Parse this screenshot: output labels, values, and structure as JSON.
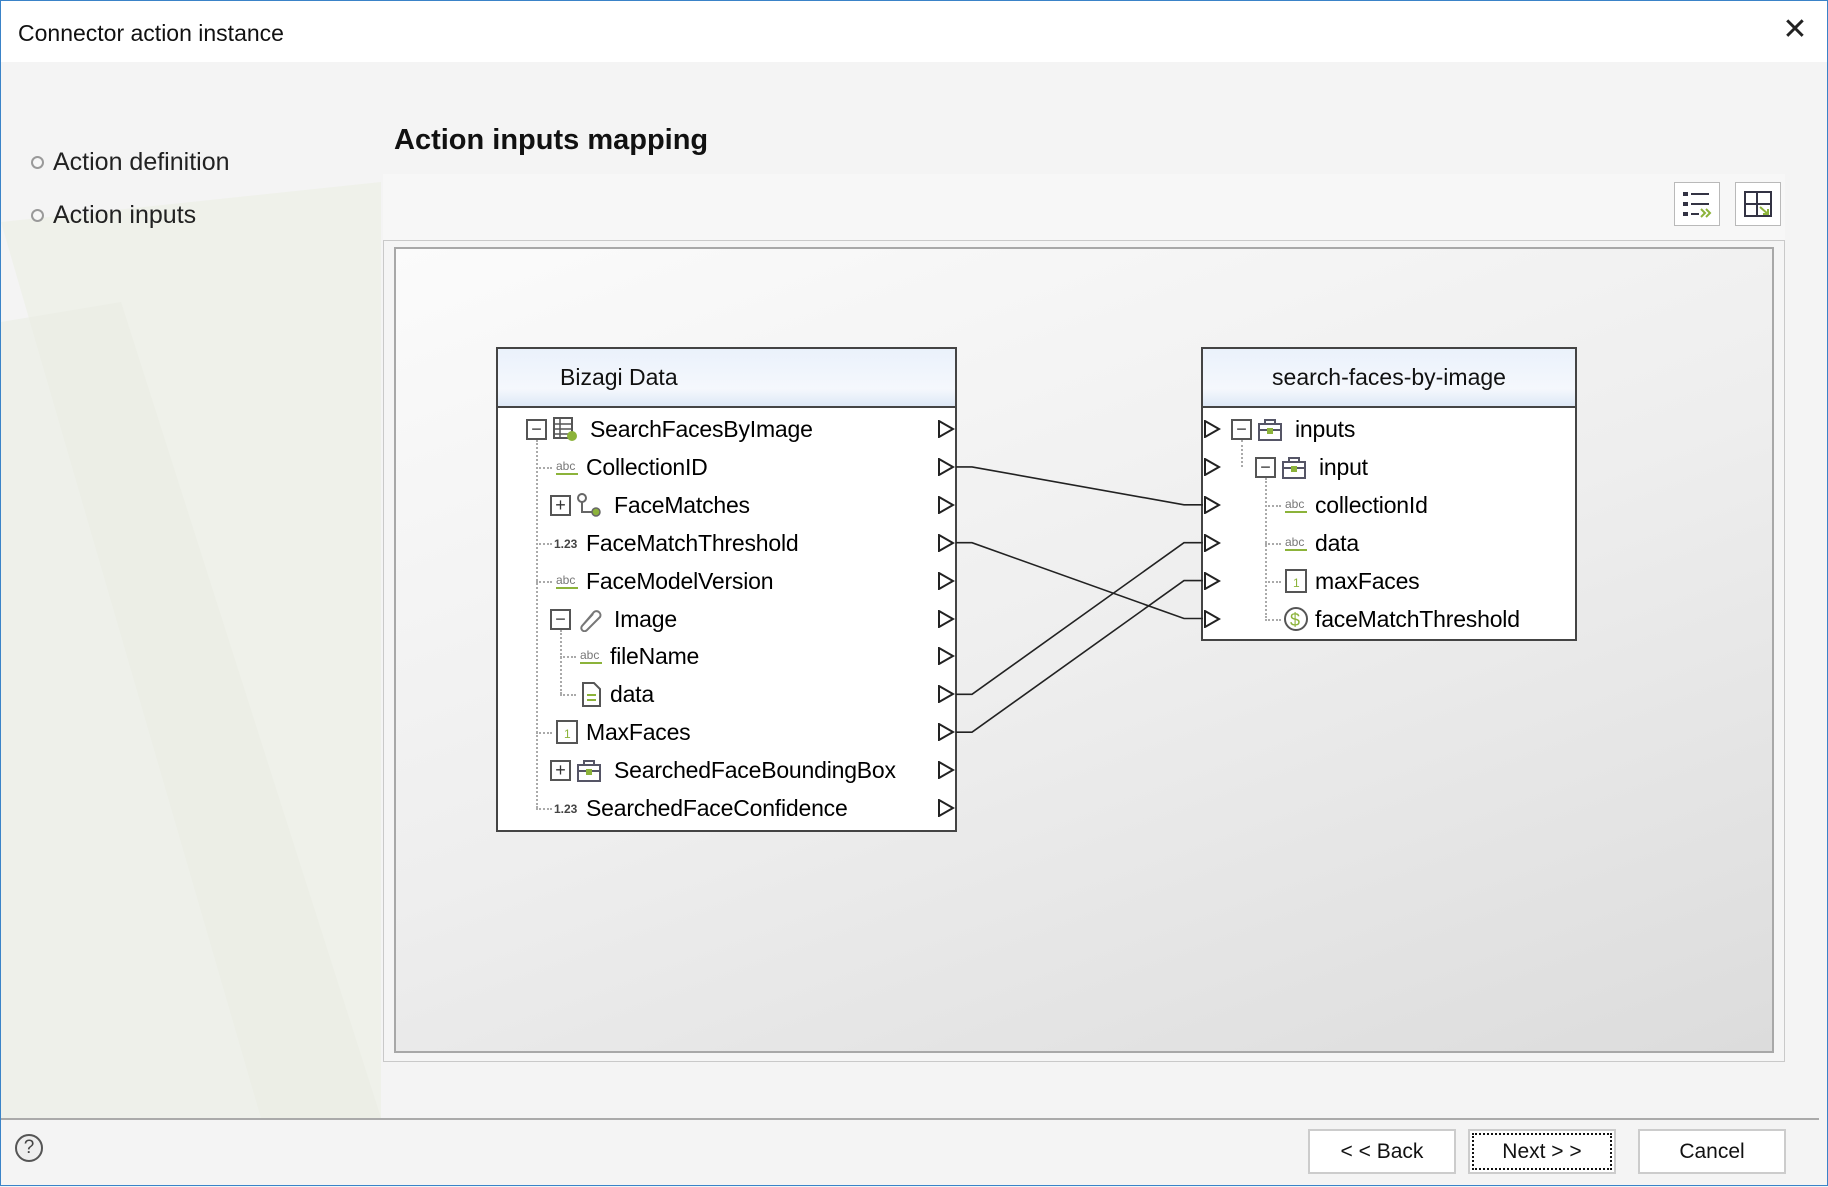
{
  "window": {
    "title": "Connector action instance",
    "close_icon": "close-icon"
  },
  "sidebar": {
    "items": [
      {
        "label": "Action definition"
      },
      {
        "label": "Action inputs"
      }
    ]
  },
  "main": {
    "heading": "Action inputs mapping",
    "toolbar": [
      {
        "icon": "auto-map-icon"
      },
      {
        "icon": "fit-view-icon"
      }
    ]
  },
  "source": {
    "title": "Bizagi Data",
    "rows": [
      {
        "label": "SearchFacesByImage",
        "level": 0,
        "expander": "minus",
        "icon": "entity-table"
      },
      {
        "label": "CollectionID",
        "level": 1,
        "icon": "abc"
      },
      {
        "label": "FaceMatches",
        "level": 1,
        "expander": "plus",
        "icon": "relation"
      },
      {
        "label": "FaceMatchThreshold",
        "level": 1,
        "icon": "decimal"
      },
      {
        "label": "FaceModelVersion",
        "level": 1,
        "icon": "abc"
      },
      {
        "label": "Image",
        "level": 1,
        "expander": "minus",
        "icon": "attachment"
      },
      {
        "label": "fileName",
        "level": 2,
        "icon": "abc"
      },
      {
        "label": "data",
        "level": 2,
        "icon": "file"
      },
      {
        "label": "MaxFaces",
        "level": 1,
        "icon": "integer"
      },
      {
        "label": "SearchedFaceBoundingBox",
        "level": 1,
        "expander": "plus",
        "icon": "object"
      },
      {
        "label": "SearchedFaceConfidence",
        "level": 1,
        "icon": "decimal"
      }
    ]
  },
  "target": {
    "title": "search-faces-by-image",
    "rows": [
      {
        "label": "inputs",
        "level": 0,
        "expander": "minus",
        "icon": "object"
      },
      {
        "label": "input",
        "level": 1,
        "expander": "minus",
        "icon": "object"
      },
      {
        "label": "collectionId",
        "level": 2,
        "icon": "abc"
      },
      {
        "label": "data",
        "level": 2,
        "icon": "abc"
      },
      {
        "label": "maxFaces",
        "level": 2,
        "icon": "integer"
      },
      {
        "label": "faceMatchThreshold",
        "level": 2,
        "icon": "currency"
      }
    ]
  },
  "mappings": [
    {
      "from": "CollectionID",
      "to": "collectionId"
    },
    {
      "from": "FaceMatchThreshold",
      "to": "faceMatchThreshold"
    },
    {
      "from": "data",
      "to": "data"
    },
    {
      "from": "MaxFaces",
      "to": "maxFaces"
    }
  ],
  "footer": {
    "help_icon": "help-icon",
    "help_glyph": "?",
    "back": "< < Back",
    "next": "Next > >",
    "cancel": "Cancel"
  },
  "colors": {
    "accent_green": "#8cb33a",
    "window_border": "#3a83c8"
  }
}
